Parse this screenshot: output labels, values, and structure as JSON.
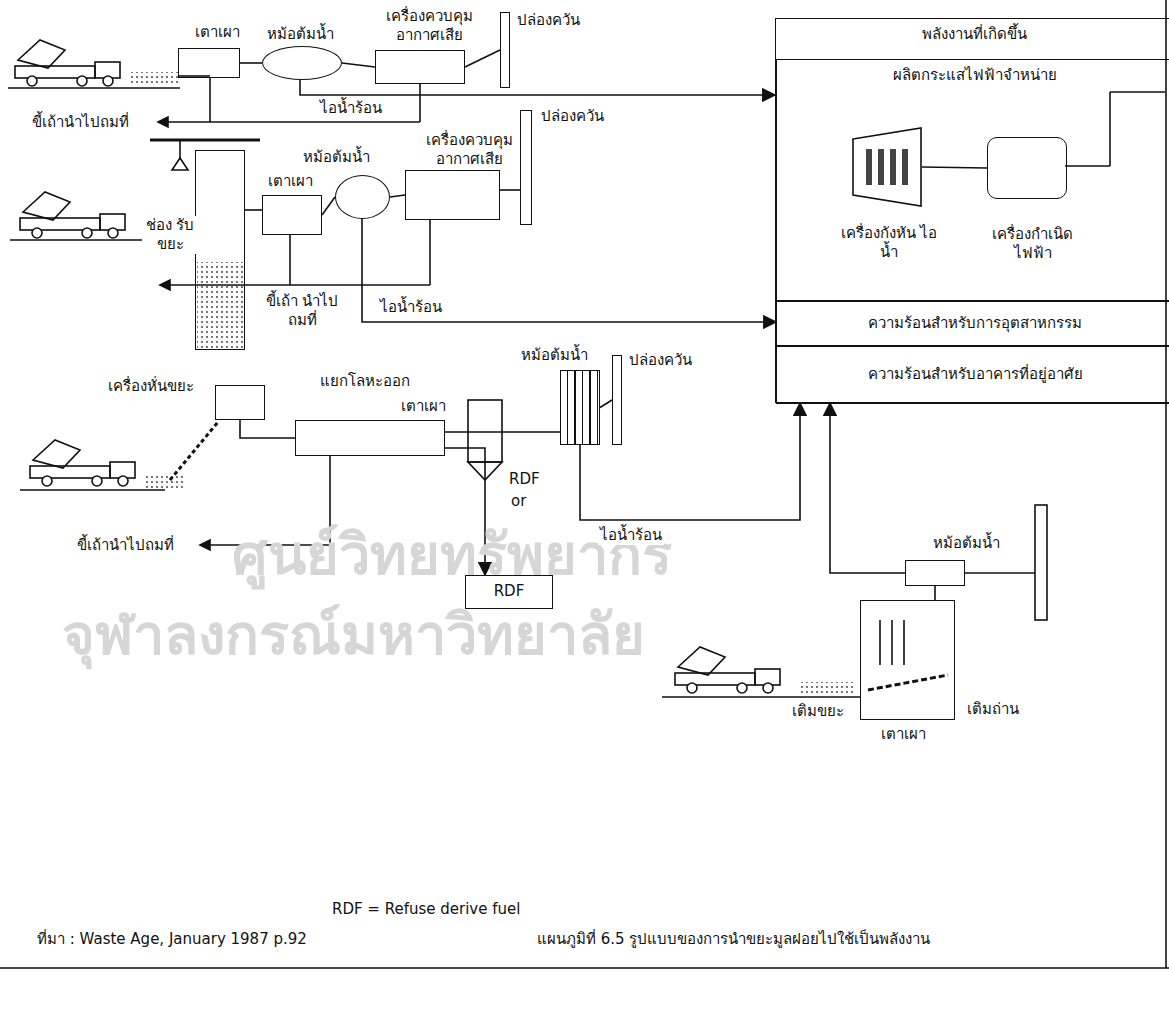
{
  "diagram": {
    "caption": "แผนภูมิที่ 6.5 รูปแบบของการนำขยะมูลฝอยไปใช้เป็นพลังงาน",
    "nodes": [
      {
        "text": [
          "พลังงานที่เกิดขึ้น"
        ]
      },
      {
        "text": [
          "ผลิตกระแสไฟฟ้าจำหน่าย"
        ],
        "in": 0
      },
      {
        "text": [
          "เครื่องกังหัน ไอน้ำ"
        ],
        "in": 1
      },
      {
        "text": [
          "เครื่องกำเนิด ไฟฟ้า"
        ],
        "in": 1
      },
      {
        "text": [
          "ความร้อนสำหรับการอุตสาหกรรม"
        ],
        "in": 0
      },
      {
        "text": [
          "ความร้อนสำหรับอาคารที่อยู่อาศัย"
        ],
        "in": 0
      },
      {
        "text": [
          "เตาเผา"
        ]
      },
      {
        "text": [
          "หม้อต้มน้ำ"
        ]
      },
      {
        "text": [
          "เครื่องควบคุม อากาศเสีย"
        ]
      },
      {
        "text": [
          "ปล่องควัน"
        ]
      },
      {
        "text": [
          "ช่อง รับขยะ"
        ]
      },
      {
        "text": [
          "เตาเผา"
        ]
      },
      {
        "text": [
          "หม้อต้มน้ำ"
        ]
      },
      {
        "text": [
          "เครื่องควบคุม อากาศเสีย"
        ]
      },
      {
        "text": [
          "ปล่องควัน"
        ]
      },
      {
        "text": [
          "เครื่องหั่นขยะ"
        ]
      },
      {
        "text": [
          "เตาเผา"
        ]
      },
      {
        "text": [
          "หม้อต้มน้ำ"
        ]
      },
      {
        "text": [
          "ปล่องควัน"
        ]
      },
      {
        "text": [
          "RDF"
        ]
      },
      {
        "text": [
          "เตาเผา"
        ]
      },
      {
        "text": [
          "หม้อต้มน้ำ"
        ]
      }
    ],
    "edges": [
      {
        "from": 6,
        "to": 7,
        "arrow": "none"
      },
      {
        "from": 7,
        "to": 8,
        "arrow": "none"
      },
      {
        "from": 8,
        "to": 9,
        "arrow": "none"
      },
      {
        "from": 7,
        "to": 0,
        "label": "ไอน้ำร้อน",
        "arrow": "to"
      },
      {
        "from": 10,
        "to": 11,
        "arrow": "none"
      },
      {
        "from": 11,
        "to": 12,
        "arrow": "none"
      },
      {
        "from": 12,
        "to": 13,
        "arrow": "none"
      },
      {
        "from": 13,
        "to": 14,
        "arrow": "none"
      },
      {
        "from": 12,
        "to": 4,
        "label": "ไอน้ำร้อน",
        "arrow": "to"
      },
      {
        "from": 15,
        "to": 16,
        "arrow": "none"
      },
      {
        "from": 16,
        "to": 17,
        "arrow": "none"
      },
      {
        "from": 17,
        "to": 18,
        "arrow": "none"
      },
      {
        "from": 16,
        "to": 19,
        "arrow": "to"
      },
      {
        "from": 17,
        "to": 0,
        "label": "ไอน้ำร้อน",
        "arrow": "to"
      },
      {
        "from": 20,
        "to": 21,
        "arrow": "none"
      },
      {
        "from": 21,
        "to": 0,
        "arrow": "to"
      },
      {
        "from": 2,
        "to": 3,
        "arrow": "none"
      }
    ],
    "labels": [
      "ขี้เถ้านำไปถมที่",
      "ขี้เถ้า นำไปถมที่",
      "แยกโลหะออก",
      "RDF",
      "or",
      "ขี้เถ้านำไปถมที่",
      "เติมขยะ",
      "เติมถ่าน",
      "RDF = Refuse derive fuel",
      "ที่มา : Waste Age, January 1987 p.92",
      "ศูนย์วิทยทรัพยากร",
      "จุฬาลงกรณ์มหาวิทยาลัย"
    ]
  }
}
